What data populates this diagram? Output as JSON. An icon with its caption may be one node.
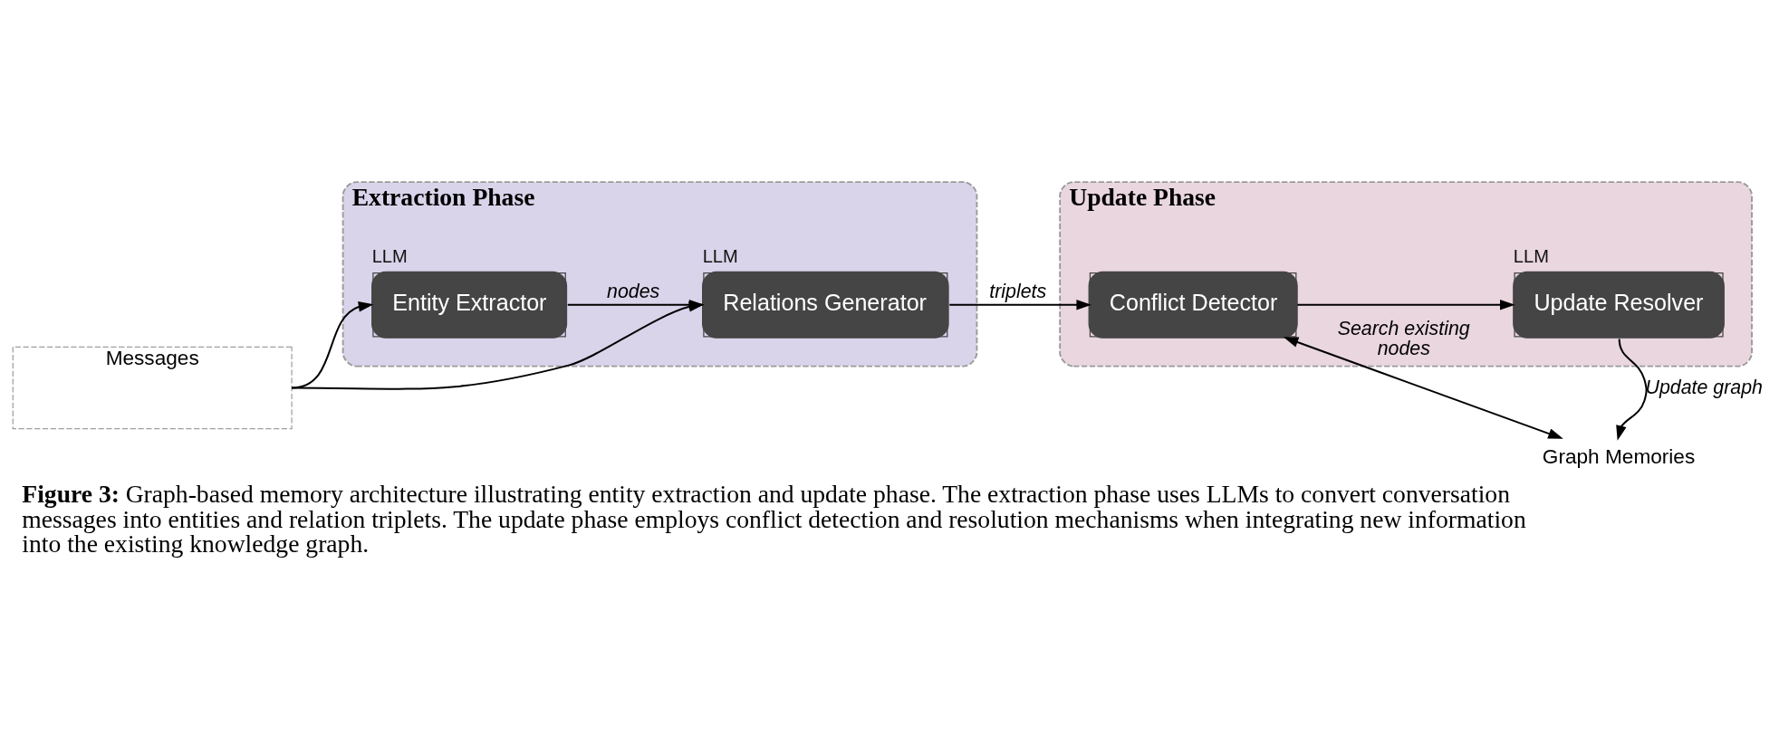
{
  "diagram": {
    "caption": "**Figure 3:** Graph-based memory architecture illustrating entity extraction and update phase. The extraction phase uses LLMs to convert conversation messages into entities and relation triplets. The update phase employs conflict detection and resolution mechanisms when integrating new information into the existing knowledge graph.",
    "nodes": [
      {
        "text": [
          "Messages"
        ]
      },
      {
        "text": [
          "Extraction Phase"
        ]
      },
      {
        "text": [
          "Relations Generator"
        ],
        "in": 1,
        "beside": [
          "LLM"
        ]
      },
      {
        "text": [
          "Entity Extractor"
        ],
        "in": 1,
        "beside": [
          "LLM"
        ]
      },
      {
        "text": [
          "Update Phase"
        ]
      },
      {
        "text": [
          "Conflict Detector"
        ],
        "in": 4
      },
      {
        "text": [
          "Update Resolver"
        ],
        "in": 4,
        "beside": [
          "LLM"
        ]
      },
      {
        "text": [
          "Graph Memories"
        ]
      }
    ],
    "edges": [
      {
        "from": 0,
        "to": 2,
        "arrow": "to"
      },
      {
        "from": 0,
        "to": 3,
        "arrow": "to"
      },
      {
        "from": 3,
        "to": 2,
        "arrow": "to",
        "label": "nodes"
      },
      {
        "from": 2,
        "to": 5,
        "arrow": "to",
        "label": "triplets"
      },
      {
        "from": 5,
        "to": 6,
        "arrow": "to"
      },
      {
        "from": 5,
        "to": 7,
        "arrow": "both",
        "label": "Search existing nodes"
      },
      {
        "from": 6,
        "to": 7,
        "arrow": "to",
        "label": "Update graph"
      }
    ]
  }
}
